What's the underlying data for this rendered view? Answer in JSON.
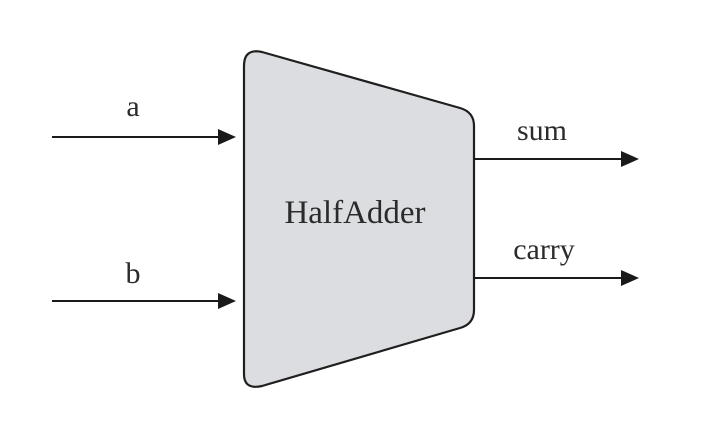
{
  "block": {
    "name": "HalfAdder",
    "fill_color": "#dcdde0",
    "stroke_color": "#1f1f1f"
  },
  "inputs": [
    {
      "label": "a"
    },
    {
      "label": "b"
    }
  ],
  "outputs": [
    {
      "label": "sum"
    },
    {
      "label": "carry"
    }
  ]
}
